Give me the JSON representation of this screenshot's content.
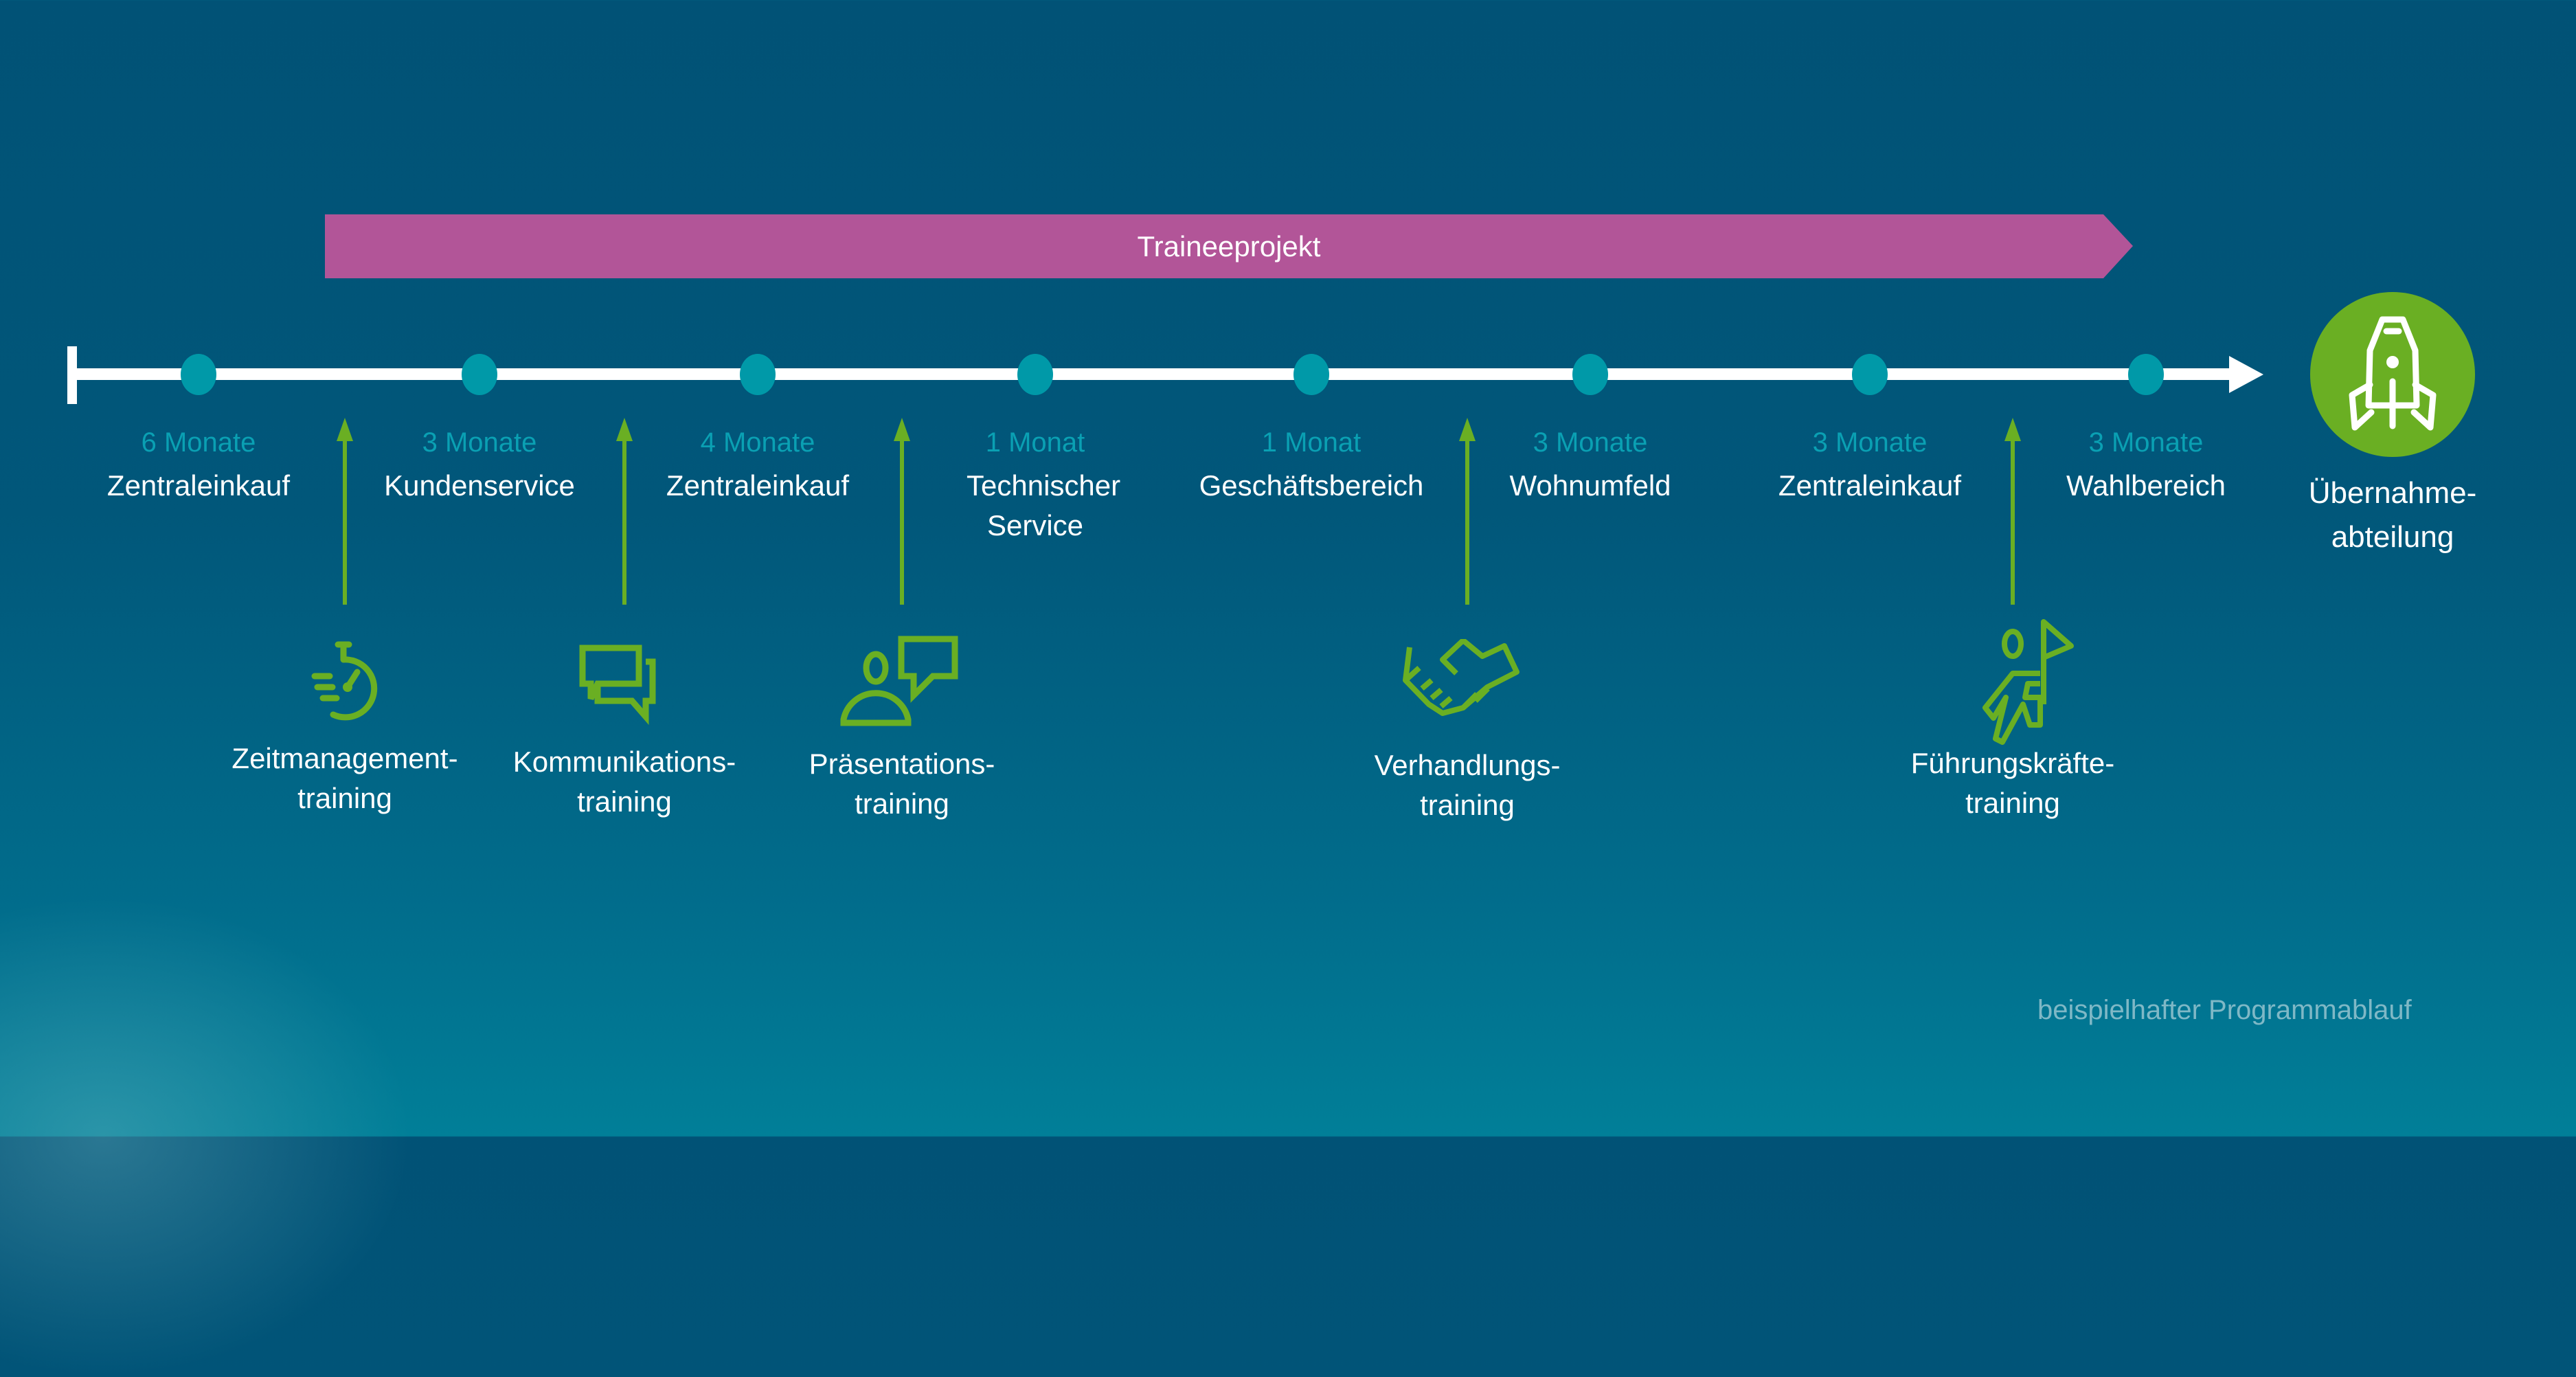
{
  "banner": {
    "label": "Traineeprojekt",
    "color": "#b25598"
  },
  "timeline": {
    "line_color": "#ffffff",
    "dot_color": "#0099a8",
    "stations": [
      {
        "duration": "6 Monate",
        "department": "Zentraleinkauf"
      },
      {
        "duration": "3 Monate",
        "department": "Kundenservice"
      },
      {
        "duration": "4 Monate",
        "department": "Zentraleinkauf"
      },
      {
        "duration": "1 Monat",
        "department": "Technischer Service"
      },
      {
        "duration": "1 Monat",
        "department": "Geschäftsbereich"
      },
      {
        "duration": "3 Monate",
        "department": "Wohnumfeld"
      },
      {
        "duration": "3 Monate",
        "department": "Zentraleinkauf"
      },
      {
        "duration": "3 Monate",
        "department": "Wahlbereich"
      }
    ]
  },
  "trainings": [
    {
      "icon": "stopwatch-icon",
      "line1": "Zeitmanagement-",
      "line2": "training"
    },
    {
      "icon": "speech-bubbles-icon",
      "line1": "Kommunikations-",
      "line2": "training"
    },
    {
      "icon": "presenter-icon",
      "line1": "Präsentations-",
      "line2": "training"
    },
    {
      "icon": "handshake-icon",
      "line1": "Verhandlungs-",
      "line2": "training"
    },
    {
      "icon": "leader-flag-icon",
      "line1": "Führungskräfte-",
      "line2": "training"
    }
  ],
  "final": {
    "icon": "rocket-icon",
    "line1": "Übernahme-",
    "line2": "abteilung",
    "color": "#6aaf23"
  },
  "accent_green": "#6aaf23",
  "footnote": "beispielhafter Programmablauf"
}
